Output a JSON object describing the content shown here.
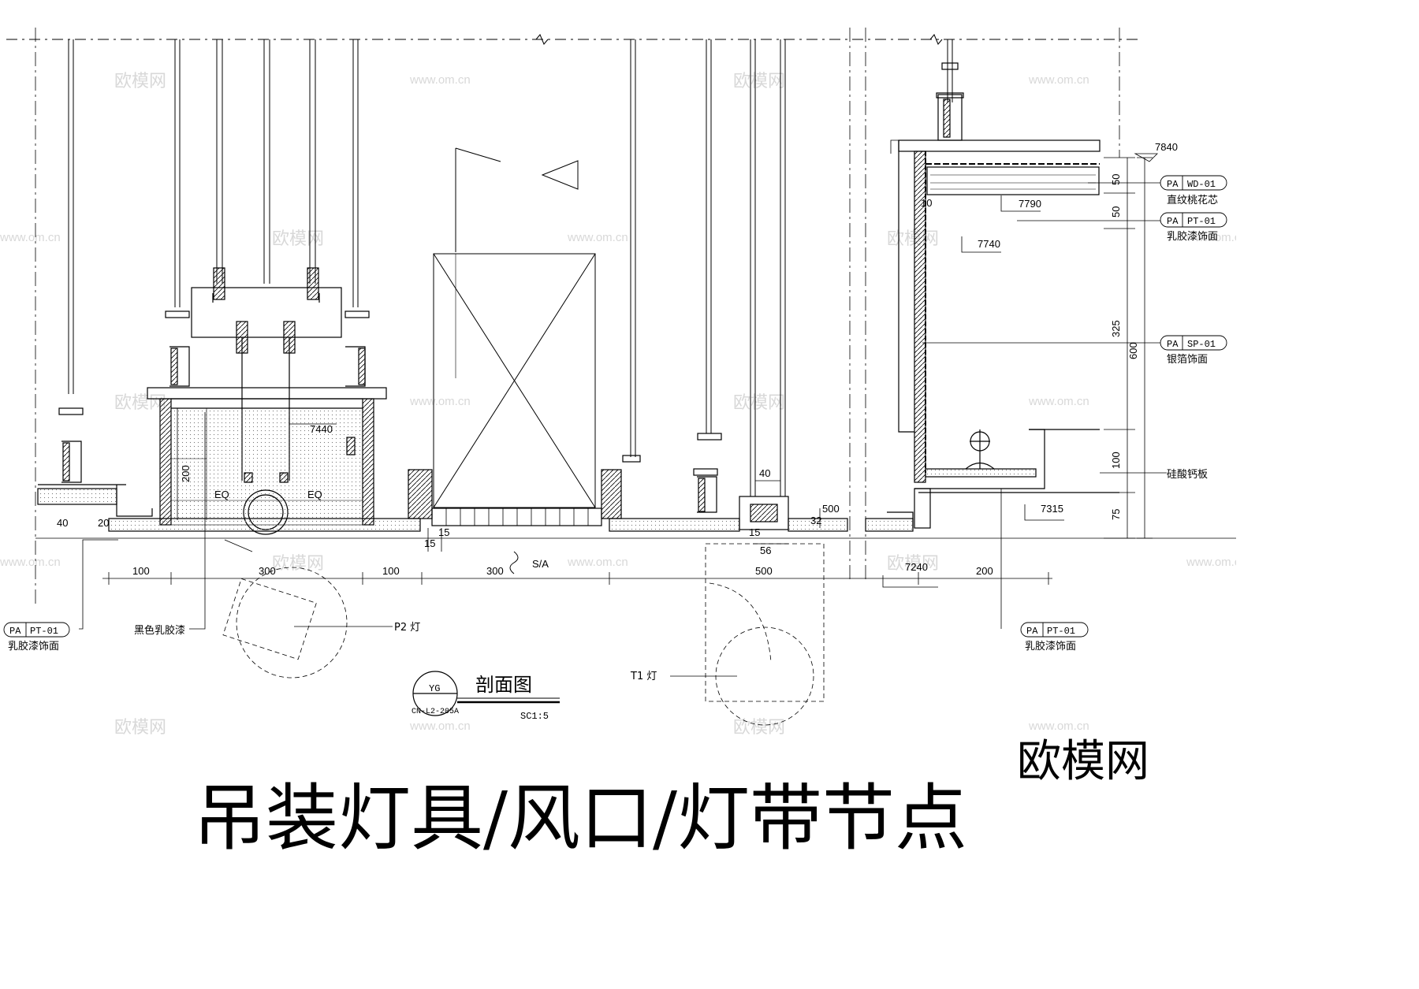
{
  "title": "吊装灯具/风口/灯带节点",
  "logo": "欧模网",
  "watermarks": {
    "cn": "欧模网",
    "url": "www.om.cn"
  },
  "section": {
    "symbol": "YG",
    "sheet": "CN-L2-205A",
    "title": "剖面图",
    "scale": "SC1:5"
  },
  "dimensions": {
    "d1": "100",
    "d2": "300",
    "d3": "100",
    "d4": "300",
    "sa": "S/A",
    "d5": "500",
    "d6": "200",
    "d40a": "40",
    "d20": "20",
    "d15a": "15",
    "d15b": "15",
    "d15c": "15",
    "d40b": "40",
    "d56": "56",
    "d32": "32",
    "d200": "200",
    "d10": "10",
    "v50a": "50",
    "v50b": "50",
    "v325": "325",
    "v100": "100",
    "v75": "75",
    "v600": "600",
    "eq": "EQ"
  },
  "elevations": {
    "e7840": "7840",
    "e7790": "7790",
    "e7740": "7740",
    "e7315": "7315",
    "e7240": "7240",
    "e7440": "7440"
  },
  "tags": {
    "left": {
      "code": "PA",
      "ref": "PT-01",
      "desc": "乳胶漆饰面"
    },
    "wd": {
      "code": "PA",
      "ref": "WD-01",
      "desc": "直纹桃花芯"
    },
    "pt": {
      "code": "PA",
      "ref": "PT-01",
      "desc": "乳胶漆饰面"
    },
    "sp": {
      "code": "PA",
      "ref": "SP-01",
      "desc": "银箔饰面"
    },
    "calcium": "硅酸钙板",
    "right": {
      "code": "PA",
      "ref": "PT-01",
      "desc": "乳胶漆饰面"
    }
  },
  "callouts": {
    "black_latex": "黑色乳胶漆",
    "p2": "P2 灯",
    "t1": "T1 灯"
  }
}
